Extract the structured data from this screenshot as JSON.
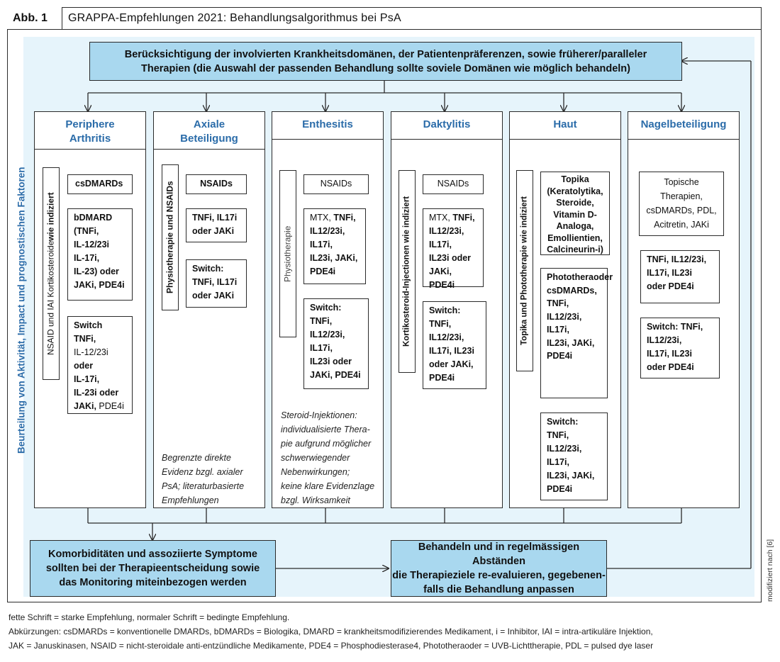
{
  "figure": {
    "label": "Abb. 1",
    "title": "GRAPPA-Empfehlungen 2021: Behandlungsalgorithmus bei PsA",
    "side_label": "Beurteilung von Aktivität, Impact und prognostischen Faktoren",
    "credit": "modifiziert nach [6]"
  },
  "top_box": {
    "line1": "Berücksichtigung der involvierten Krankheitsdomänen, der Patientenpräferenzen, sowie früherer/paralleler",
    "line2": "Therapien (die Auswahl der passenden Behandlung sollte soviele Domänen wie möglich behandeln)"
  },
  "columns": {
    "peripheral": {
      "title1": "Periphere",
      "title2": "Arthritis",
      "side_a": "NSAID und IAI Kortikosteroide ",
      "side_b": "wie indiziert",
      "step1": "csDMARDs",
      "step2": [
        "bDMARD",
        "(TNFi,",
        "IL-12/23i",
        "IL-17i,",
        "IL-23) oder",
        "JAKi, PDE4i"
      ],
      "step3": {
        "l1": "Switch",
        "l2": "TNFi,",
        "l3": "IL-12/23i",
        "l4": "oder",
        "l5": "IL-17i,",
        "l6": "IL-23i oder",
        "l7a": "JAKi,",
        "l7b": " PDE4i"
      }
    },
    "axial": {
      "title1": "Axiale",
      "title2": "Beteiligung",
      "side": "Physiotherapie und NSAIDs",
      "step1": "NSAIDs",
      "step2": [
        "TNFi, IL17i",
        "oder JAKi"
      ],
      "step3": [
        "Switch:",
        "TNFi, IL17i",
        "oder JAKi"
      ],
      "note": [
        "Begrenzte direkte",
        "Evidenz bzgl. axialer",
        "PsA; literaturbasierte",
        "Empfehlungen"
      ]
    },
    "enthesitis": {
      "title": "Enthesitis",
      "side": "Physiotherapie",
      "step1": "NSAIDs",
      "step2": {
        "a": "MTX, ",
        "b": "TNFi,",
        "rest": [
          "IL12/23i,",
          "IL17i,",
          "IL23i, JAKi,",
          "PDE4i"
        ]
      },
      "step3": [
        "Switch:",
        "TNFi,",
        "IL12/23i,",
        "IL17i,",
        "IL23i oder",
        "JAKi, PDE4i"
      ],
      "note": [
        "Steroid-Injektionen:",
        "individualisierte Thera-",
        "pie aufgrund möglicher",
        "schwerwiegender",
        "Nebenwirkungen;",
        "keine klare Evidenzlage",
        "bzgl. Wirksamkeit"
      ]
    },
    "dactylitis": {
      "title": "Daktylitis",
      "side": "Kortikosteroid-Injectionen wie indiziert",
      "step1": "NSAIDs",
      "step2": {
        "a": "MTX, ",
        "b": "TNFi,",
        "rest": [
          "IL12/23i,",
          "IL17i,",
          "IL23i oder",
          "JAKi, PDE4i"
        ]
      },
      "step3": [
        "Switch:",
        "TNFi,",
        "IL12/23i,",
        "IL17i, IL23i",
        "oder JAKi,",
        "PDE4i"
      ]
    },
    "skin": {
      "title": "Haut",
      "side": "Topika und Phototherapie wie indiziert",
      "step1": [
        "Topika",
        "(Keratolytika,",
        "Steroide,",
        "Vitamin D-",
        "Analoga,",
        "Emollientien,",
        "Calcineurin-i)"
      ],
      "step2": [
        "Phototheraoder",
        "csDMARDs,",
        "TNFi,",
        "IL12/23i,",
        "IL17i,",
        "IL23i, JAKi,",
        "PDE4i"
      ],
      "step3": [
        "Switch:",
        "TNFi,",
        "IL12/23i,",
        "IL17i,",
        "IL23i, JAKi,",
        "PDE4i"
      ]
    },
    "nail": {
      "title": "Nagelbeteiligung",
      "step1": [
        "Topische",
        "Therapien,",
        "csDMARDs, PDL,",
        "Acitretin, JAKi"
      ],
      "step2": [
        "TNFi, IL12/23i,",
        "IL17i, IL23i",
        "oder PDE4i"
      ],
      "step3": [
        "Switch: TNFi,",
        "IL12/23i,",
        "IL17i, IL23i",
        "oder PDE4i"
      ]
    }
  },
  "bottom_left": [
    "Komorbiditäten und assoziierte Symptome",
    "sollten bei der Therapieentscheidung sowie",
    "das Monitoring miteinbezogen werden"
  ],
  "bottom_right": [
    "Behandeln und in regelmässigen Abständen",
    "die Therapieziele re-evaluieren, gegebenen-",
    "falls die Behandlung anpassen"
  ],
  "footnotes": [
    "fette Schrift = starke Empfehlung, normaler Schrift = bedingte Empfehlung.",
    "Abkürzungen: csDMARDs = konventionelle DMARDs, bDMARDs = Biologika, DMARD = krankheitsmodifizierendes Medikament, i = Inhibitor, IAI = intra-artikuläre Injektion,",
    "JAK = Januskinasen, NSAID = nicht-steroidale anti-entzündliche Medikamente,  PDE4 = Phosphodiesterase4, Phototheraoder = UVB-Lichttherapie, PDL = pulsed dye laser"
  ]
}
